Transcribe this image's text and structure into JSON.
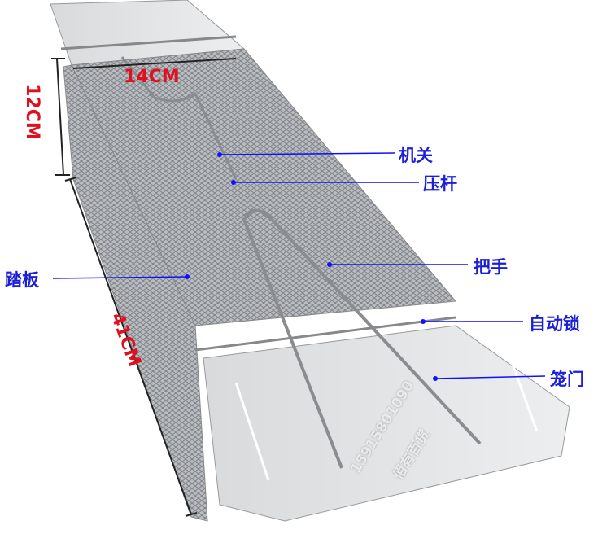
{
  "dimensions": {
    "width": "14CM",
    "height": "12CM",
    "length": "41CM"
  },
  "labels": {
    "trigger": "机关",
    "press_rod": "压杆",
    "handle": "把手",
    "auto_lock": "自动锁",
    "cage_door": "笼门",
    "pedal": "踏板"
  },
  "watermark": {
    "phone": "15915801090",
    "shop": "佰有百货"
  },
  "colors": {
    "label": "#1c1fd8",
    "dimension": "#e01020",
    "leader": "#1010ff"
  }
}
